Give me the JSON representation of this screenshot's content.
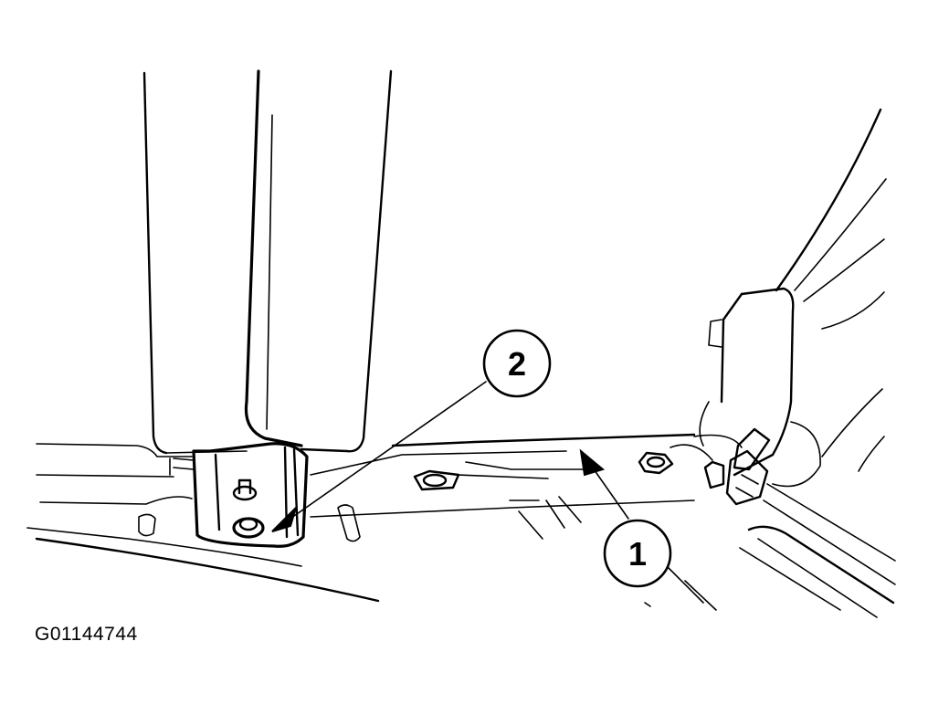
{
  "figure": {
    "code": "G01144744",
    "callouts": [
      {
        "id": "callout-1",
        "label": "1"
      },
      {
        "id": "callout-2",
        "label": "2"
      }
    ],
    "colors": {
      "line": "#000000",
      "background": "#ffffff"
    }
  }
}
